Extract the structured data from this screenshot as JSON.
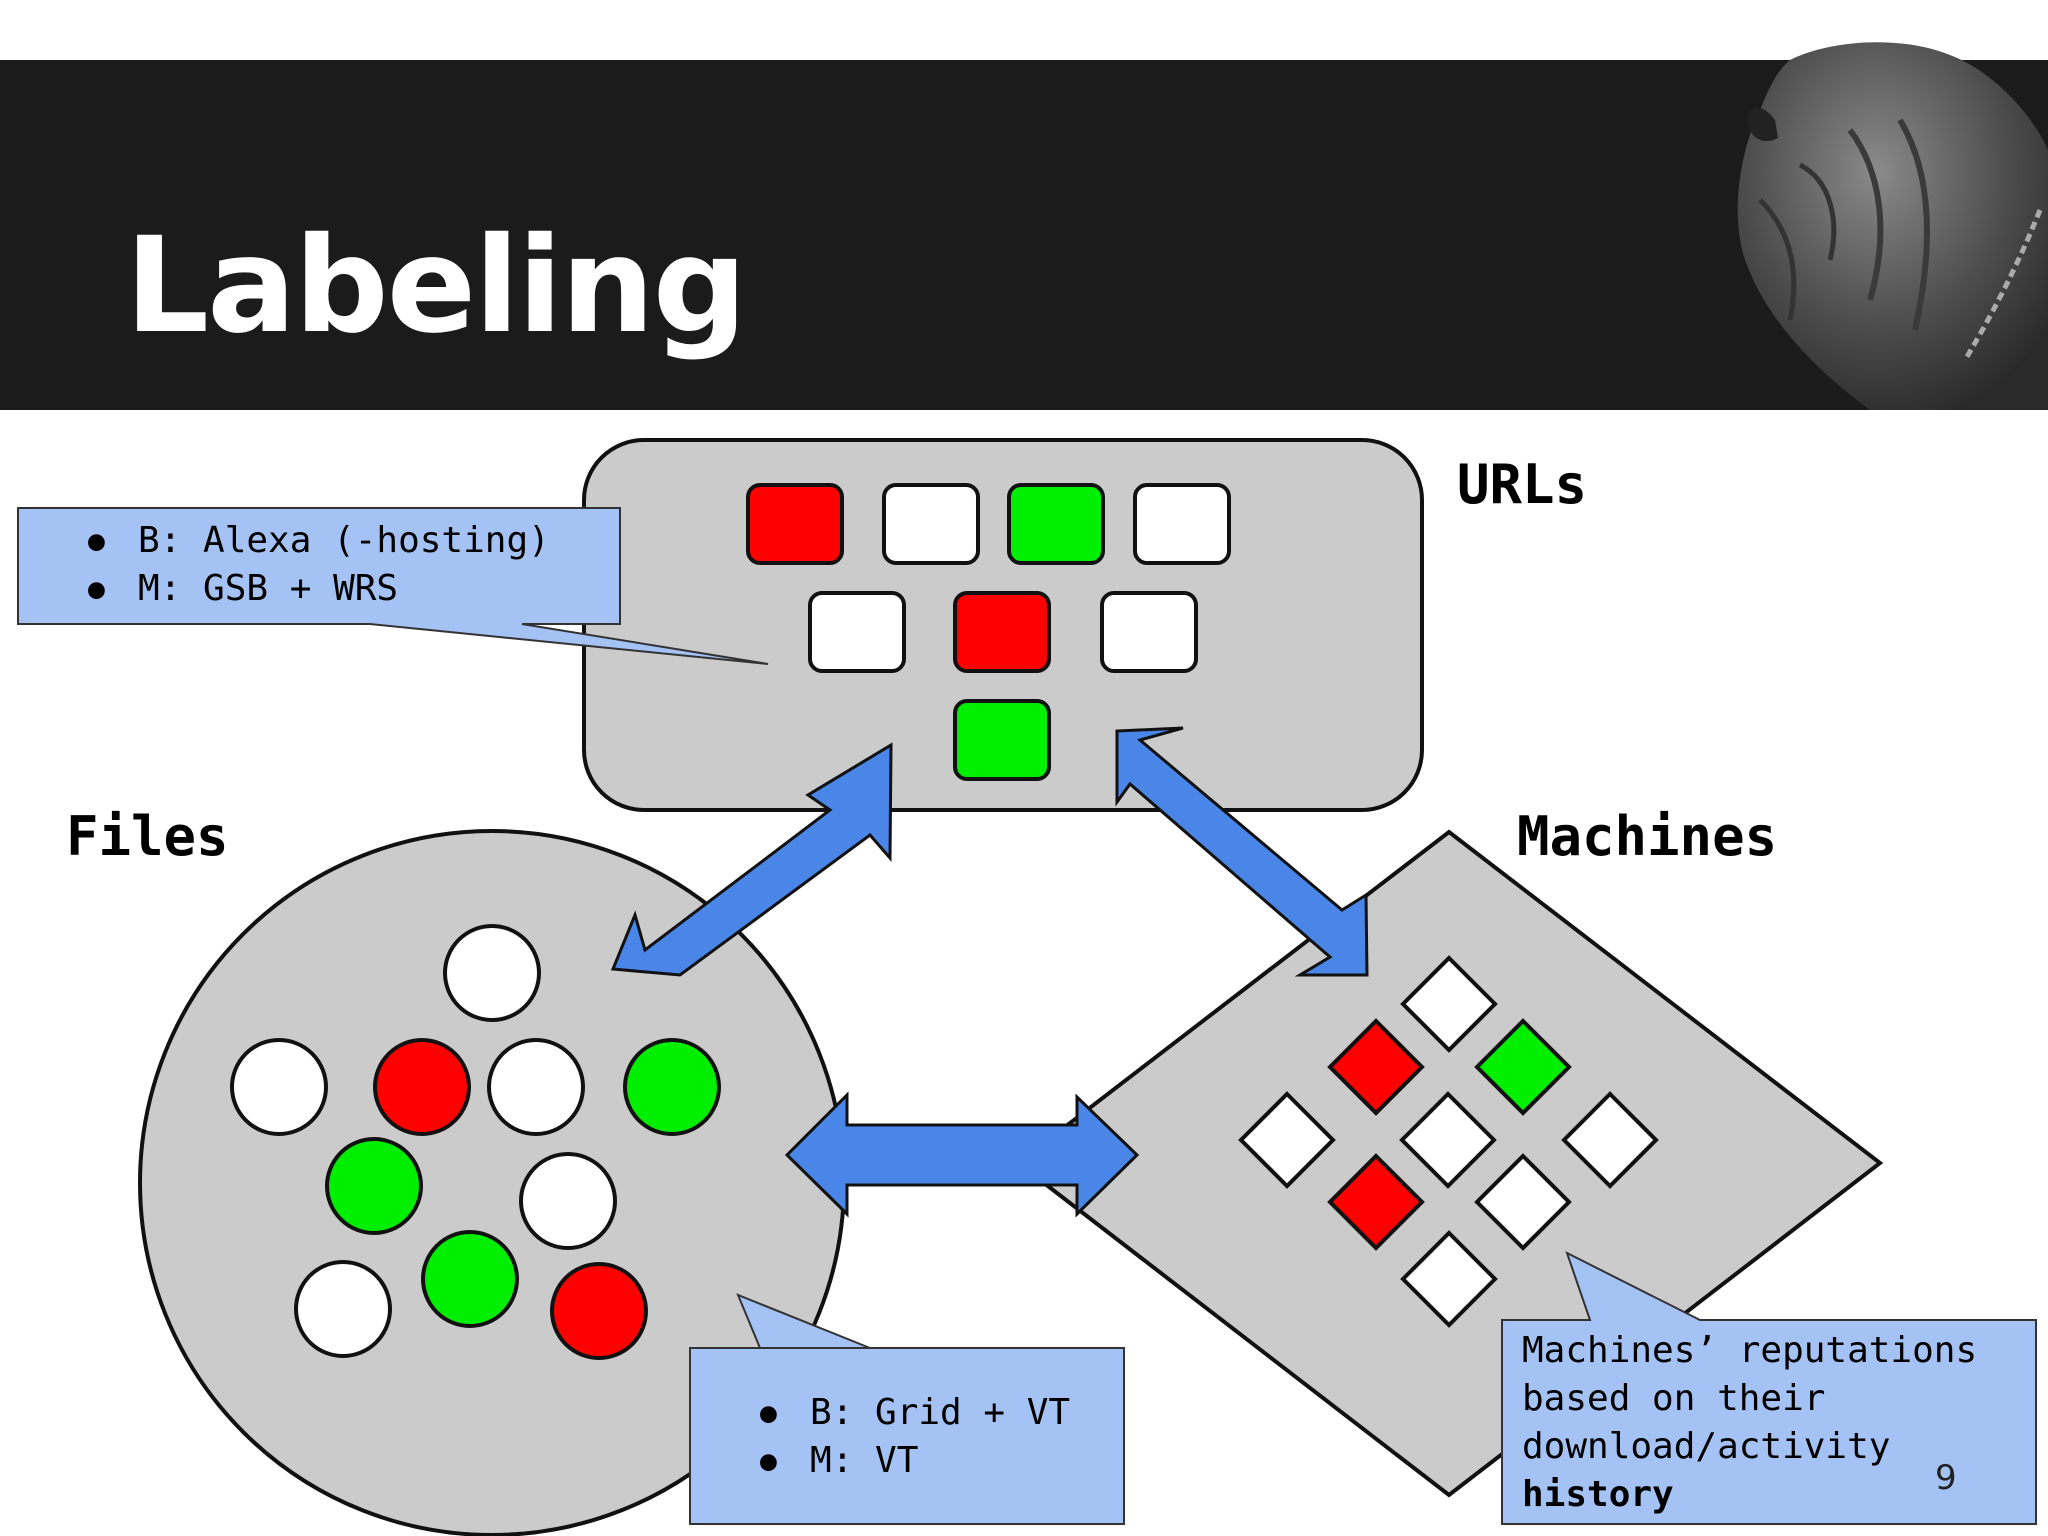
{
  "slide": {
    "title": "Labeling",
    "page_number": "9",
    "mascot_icon": "mastiff-dog-photo"
  },
  "nodes": {
    "urls": {
      "label": "URLs",
      "cells": [
        "red",
        "white",
        "green",
        "white",
        "white",
        "red",
        "white",
        "green"
      ]
    },
    "files": {
      "label": "Files",
      "cells": [
        "white",
        "white",
        "red",
        "white",
        "green",
        "green",
        "white",
        "white",
        "green",
        "red"
      ]
    },
    "machines": {
      "label": "Machines",
      "cells": [
        "white",
        "red",
        "green",
        "white",
        "white",
        "white",
        "red",
        "white",
        "white"
      ]
    }
  },
  "callouts": {
    "urls": {
      "items": [
        "B: Alexa (-hosting)",
        "M: GSB + WRS"
      ]
    },
    "files": {
      "items": [
        "B: Grid + VT",
        "M: VT"
      ]
    },
    "machines": {
      "line1": "Machines’ reputations",
      "line2": "based on their",
      "line3": "download/activity",
      "line4": "history"
    }
  },
  "colors": {
    "header": "#1b1b1b",
    "node_fill": "#cbcbcc",
    "callout_fill": "#a4c2f4",
    "arrow": "#4a86e8",
    "red": "#ff0000",
    "green": "#00ee00",
    "white": "#ffffff"
  }
}
